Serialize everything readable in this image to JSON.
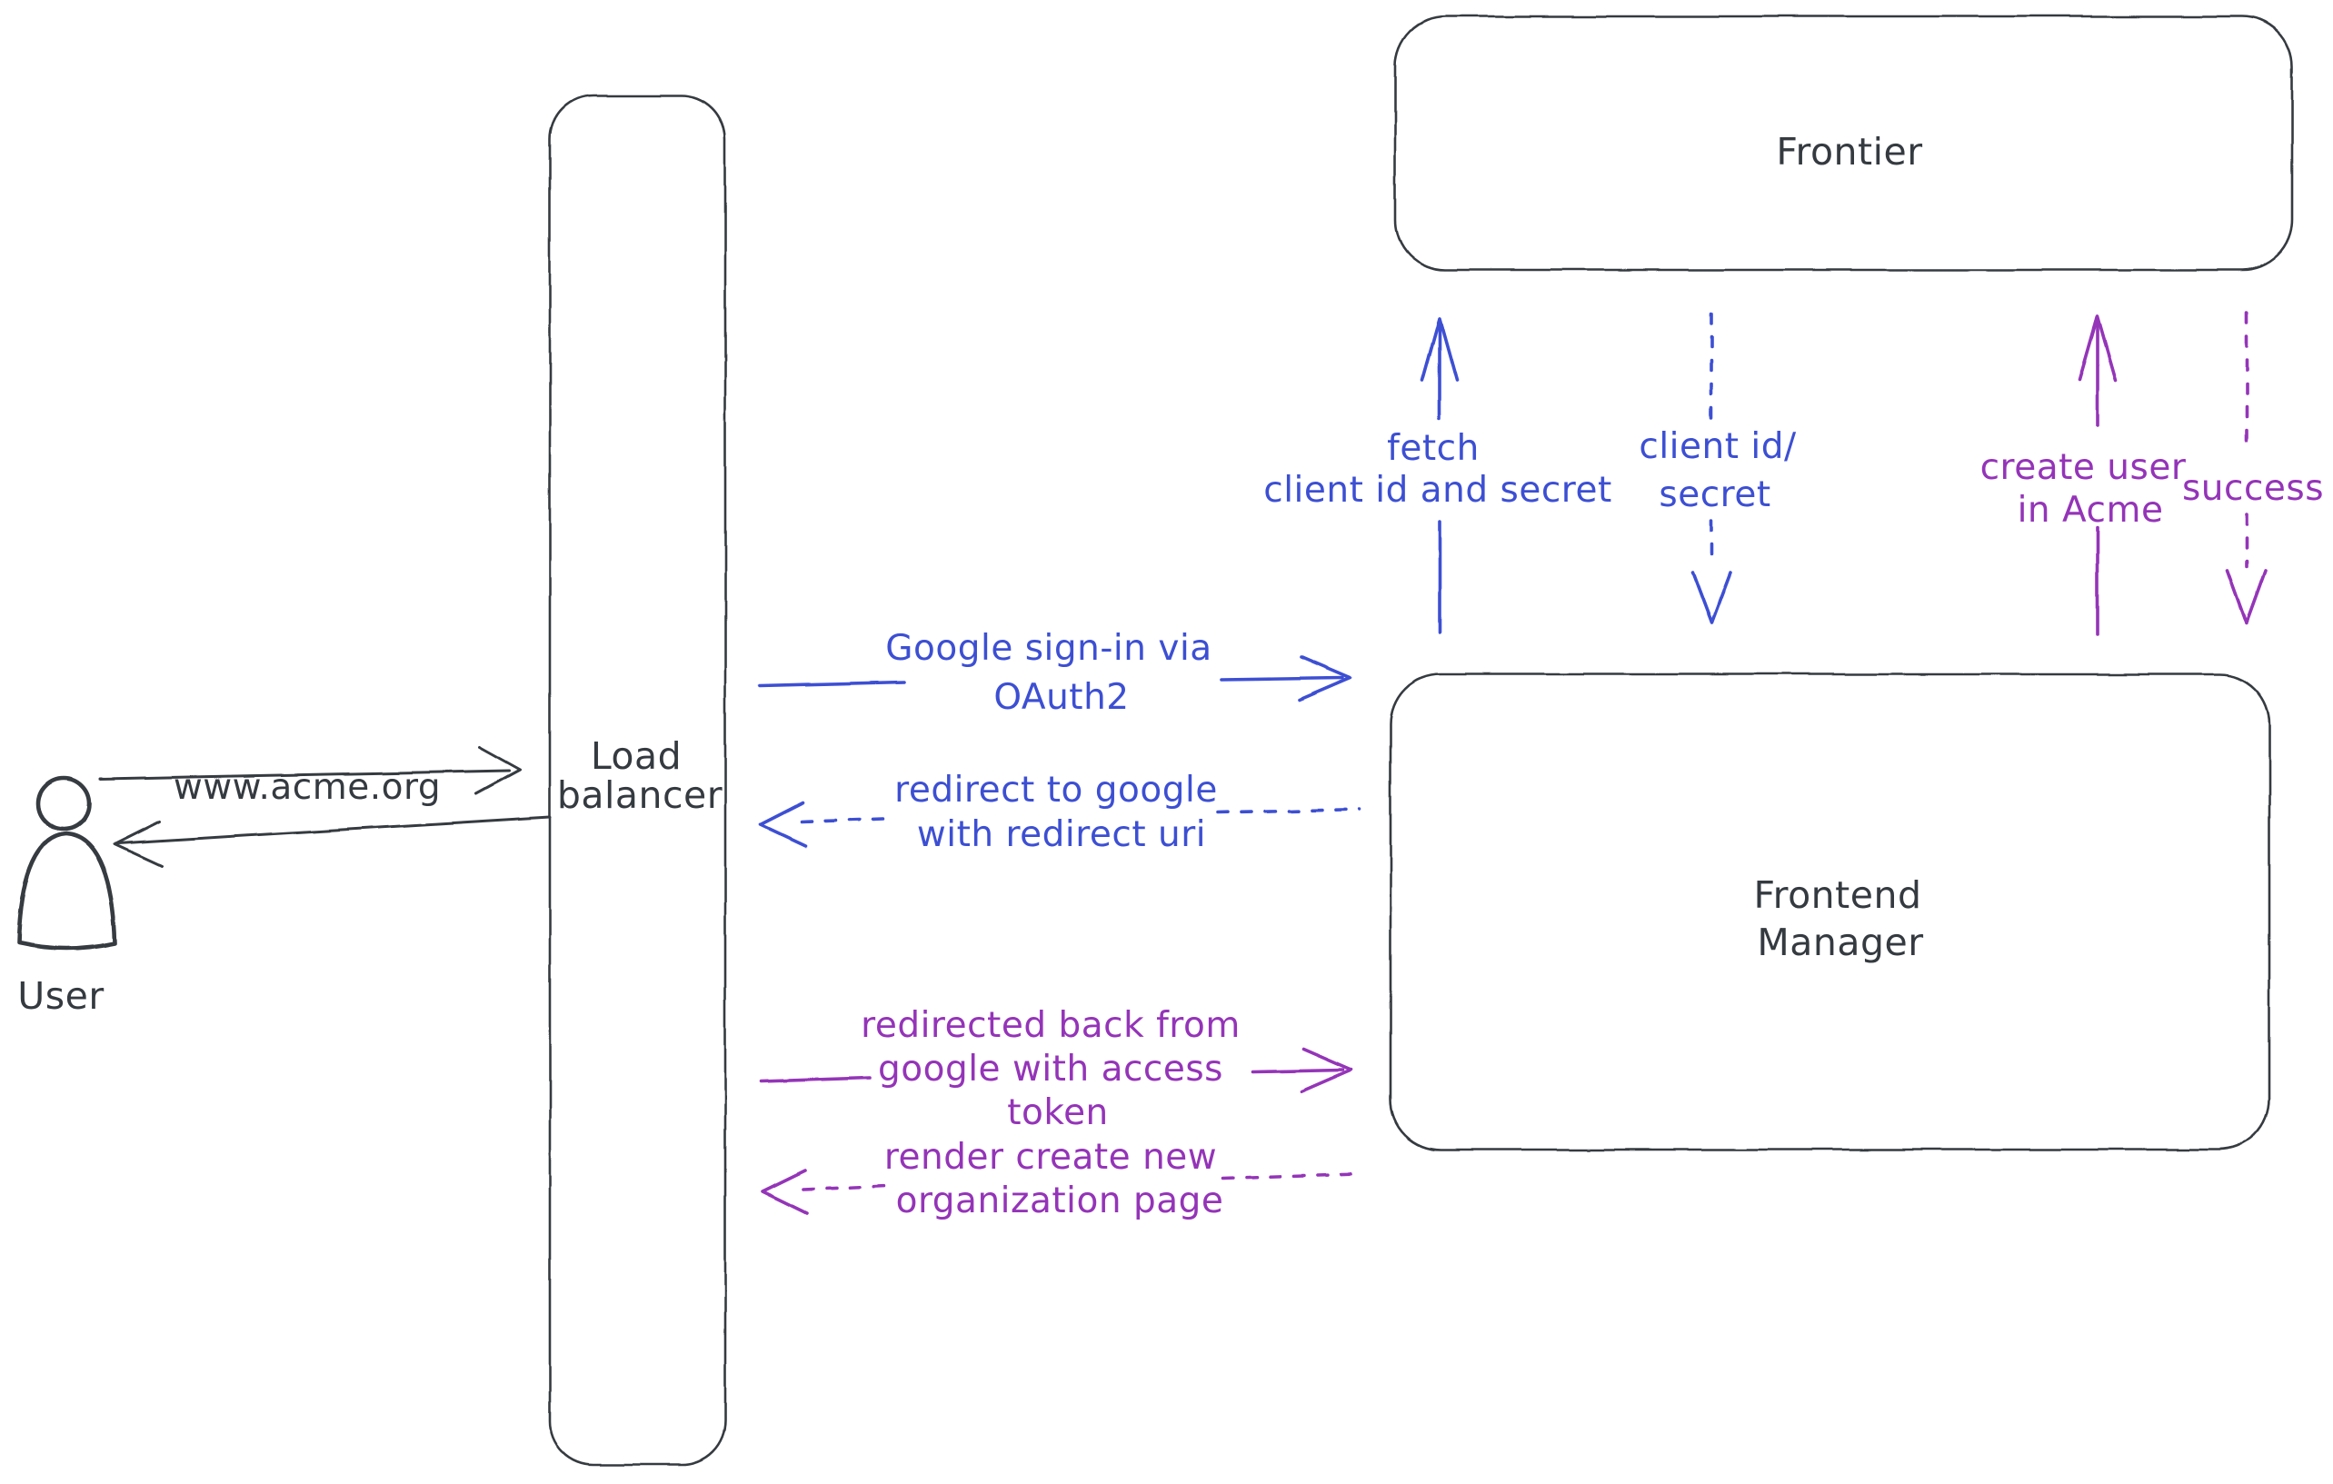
{
  "colors": {
    "ink": "#343a40",
    "blue": "#3c4fd3",
    "purple": "#9434b8",
    "hatch": "#d5dde7",
    "background": "#ffffff"
  },
  "nodes": {
    "user": {
      "label": "User"
    },
    "load_balancer": {
      "line1": "Load",
      "line2": "balancer"
    },
    "frontier": {
      "label": "Frontier"
    },
    "frontend_manager": {
      "line1": "Frontend",
      "line2": "Manager"
    }
  },
  "edges": {
    "www_request": {
      "label": "www.acme.org",
      "style": "solid",
      "color": "ink",
      "direction": "right"
    },
    "www_response": {
      "style": "solid",
      "color": "ink",
      "direction": "left"
    },
    "google_signin": {
      "line1": "Google sign-in via",
      "line2": "OAuth2",
      "style": "solid",
      "color": "blue",
      "direction": "right"
    },
    "redirect_to_google": {
      "line1": "redirect to google",
      "line2": "with redirect uri",
      "style": "dashed",
      "color": "blue",
      "direction": "left"
    },
    "fetch_client_secret": {
      "line1": "fetch",
      "line2": "client id and secret",
      "style": "solid",
      "color": "blue",
      "direction": "up"
    },
    "client_id_secret": {
      "line1": "client id/",
      "line2": "secret",
      "style": "dashed",
      "color": "blue",
      "direction": "down"
    },
    "create_user": {
      "line1": "create user",
      "line2": "in Acme",
      "style": "solid",
      "color": "purple",
      "direction": "up"
    },
    "success": {
      "label": "success",
      "style": "dashed",
      "color": "purple",
      "direction": "down"
    },
    "redirected_back": {
      "line1": "redirected back from",
      "line2": "google with access",
      "line3": "token",
      "style": "solid",
      "color": "purple",
      "direction": "right"
    },
    "render_new_org": {
      "line1": "render create new",
      "line2": "organization page",
      "style": "dashed",
      "color": "purple",
      "direction": "left"
    }
  }
}
